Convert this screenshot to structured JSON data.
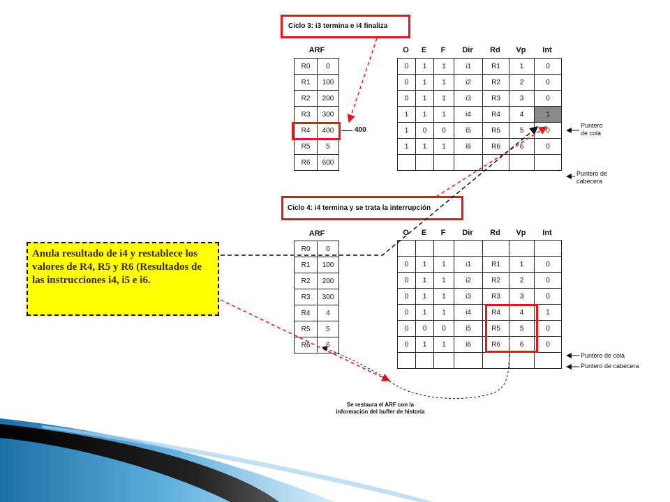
{
  "colors": {
    "highlight": "#e8161b",
    "note_bg": "#ffff00",
    "shaded_cell": "#8a8a8a"
  },
  "cycle3": {
    "label": "Ciclo 3:   i3 termina e i4 finaliza",
    "arf_title": "ARF",
    "arf": [
      [
        "R0",
        "0"
      ],
      [
        "R1",
        "100"
      ],
      [
        "R2",
        "200"
      ],
      [
        "R3",
        "300"
      ],
      [
        "R4",
        "400"
      ],
      [
        "R5",
        "5"
      ],
      [
        "R6",
        "600"
      ]
    ],
    "r4_annotation": "400",
    "headers": [
      "O",
      "E",
      "F",
      "Dir",
      "Rd",
      "Vp",
      "Int"
    ],
    "rows": [
      [
        "0",
        "1",
        "1",
        "i1",
        "R1",
        "1",
        "0"
      ],
      [
        "0",
        "1",
        "1",
        "i2",
        "R2",
        "2",
        "0"
      ],
      [
        "0",
        "1",
        "1",
        "i3",
        "R3",
        "3",
        "0"
      ],
      [
        "1",
        "1",
        "1",
        "i4",
        "R4",
        "4",
        "1"
      ],
      [
        "1",
        "0",
        "0",
        "i5",
        "R5",
        "5",
        "0"
      ],
      [
        "1",
        "1",
        "1",
        "i6",
        "R6",
        "6",
        "0"
      ],
      [
        "",
        "",
        "",
        "",
        "",
        "",
        ""
      ]
    ],
    "tail_pointer": "Puntero\nde cola",
    "head_pointer": "Puntero de\ncabecera"
  },
  "cycle4": {
    "label": "Ciclo 4:   i4 termina y se trata la interrupción",
    "arf_title": "ARF",
    "arf": [
      [
        "R0",
        "0"
      ],
      [
        "R1",
        "100"
      ],
      [
        "R2",
        "200"
      ],
      [
        "R3",
        "300"
      ],
      [
        "R4",
        "4"
      ],
      [
        "R5",
        "5"
      ],
      [
        "R6",
        "6"
      ]
    ],
    "headers": [
      "O",
      "E",
      "F",
      "Dir",
      "Rd",
      "Vp",
      "Int"
    ],
    "rows": [
      [
        "",
        "",
        "",
        "",
        "",
        "",
        ""
      ],
      [
        "0",
        "1",
        "1",
        "i1",
        "R1",
        "1",
        "0"
      ],
      [
        "0",
        "1",
        "1",
        "i2",
        "R2",
        "2",
        "0"
      ],
      [
        "0",
        "1",
        "1",
        "i3",
        "R3",
        "3",
        "0"
      ],
      [
        "0",
        "1",
        "1",
        "i4",
        "R4",
        "4",
        "1"
      ],
      [
        "0",
        "0",
        "0",
        "i5",
        "R5",
        "5",
        "0"
      ],
      [
        "0",
        "1",
        "1",
        "i6",
        "R6",
        "6",
        "0"
      ],
      [
        "",
        "",
        "",
        "",
        "",
        "",
        ""
      ]
    ],
    "tail_pointer": "Puntero de cola",
    "head_pointer": "Puntero de cabecera"
  },
  "note": "Anula resultado de i4 y restablece los valores de R4, R5 y R6 (Resultados de las instrucciones i4, i5 e i6.",
  "restore_caption": "Se restaura el ARF con la\ninformación del buffer de historia"
}
